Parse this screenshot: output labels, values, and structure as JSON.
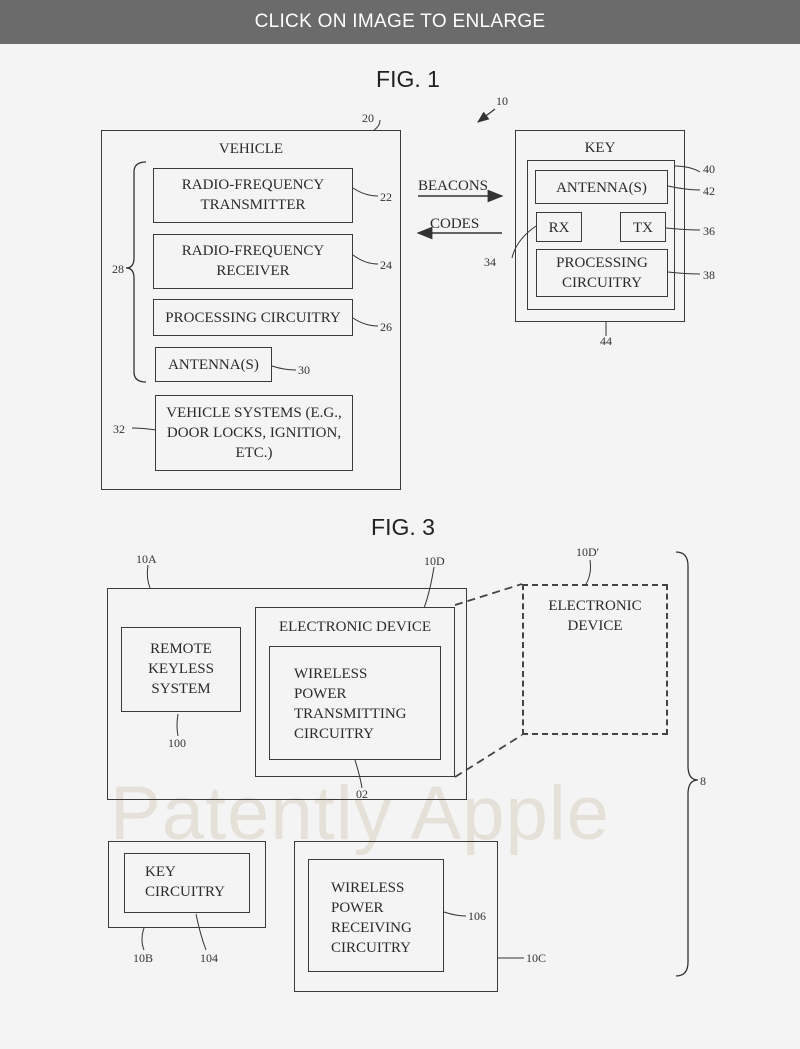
{
  "banner": {
    "text": "CLICK ON IMAGE TO ENLARGE"
  },
  "fig1": {
    "title": "FIG. 1",
    "ref_system": "10",
    "vehicle": {
      "label": "VEHICLE",
      "ref": "20",
      "rf_transmitter": {
        "label": "RADIO-FREQUENCY\nTRANSMITTER",
        "ref": "22"
      },
      "rf_receiver": {
        "label": "RADIO-FREQUENCY\nRECEIVER",
        "ref": "24"
      },
      "processing": {
        "label": "PROCESSING CIRCUITRY",
        "ref": "26"
      },
      "group_ref": "28",
      "antennas": {
        "label": "ANTENNA(S)",
        "ref": "30"
      },
      "systems": {
        "label": "VEHICLE SYSTEMS (E.G.,\nDOOR LOCKS, IGNITION,\nETC.)",
        "ref": "32"
      }
    },
    "beacons_label": "BEACONS",
    "codes_label": "CODES",
    "key": {
      "label": "KEY",
      "ref_outer": "44",
      "ref_inner": "40",
      "antennas": {
        "label": "ANTENNA(S)",
        "ref": "42"
      },
      "rx": {
        "label": "RX",
        "ref": "34"
      },
      "tx": {
        "label": "TX",
        "ref": "36"
      },
      "processing": {
        "label": "PROCESSING\nCIRCUITRY",
        "ref": "38"
      }
    }
  },
  "fig3": {
    "title": "FIG. 3",
    "system_ref": "8",
    "device_10a": {
      "ref": "10A"
    },
    "remote_keyless": {
      "label": "REMOTE\nKEYLESS\nSYSTEM",
      "ref": "100"
    },
    "device_10d": {
      "label": "ELECTRONIC DEVICE",
      "ref": "10D"
    },
    "wpt": {
      "label": "WIRELESS\nPOWER\nTRANSMITTING\nCIRCUITRY",
      "ref": "02"
    },
    "device_10d_prime": {
      "label": "ELECTRONIC\nDEVICE",
      "ref": "10D'"
    },
    "device_10b": {
      "ref": "10B"
    },
    "key_circuitry": {
      "label": "KEY\nCIRCUITRY",
      "ref": "104"
    },
    "device_10c": {
      "ref": "10C"
    },
    "wpr": {
      "label": "WIRELESS\nPOWER\nRECEIVING\nCIRCUITRY",
      "ref": "106"
    }
  },
  "watermark": "Patently Apple"
}
